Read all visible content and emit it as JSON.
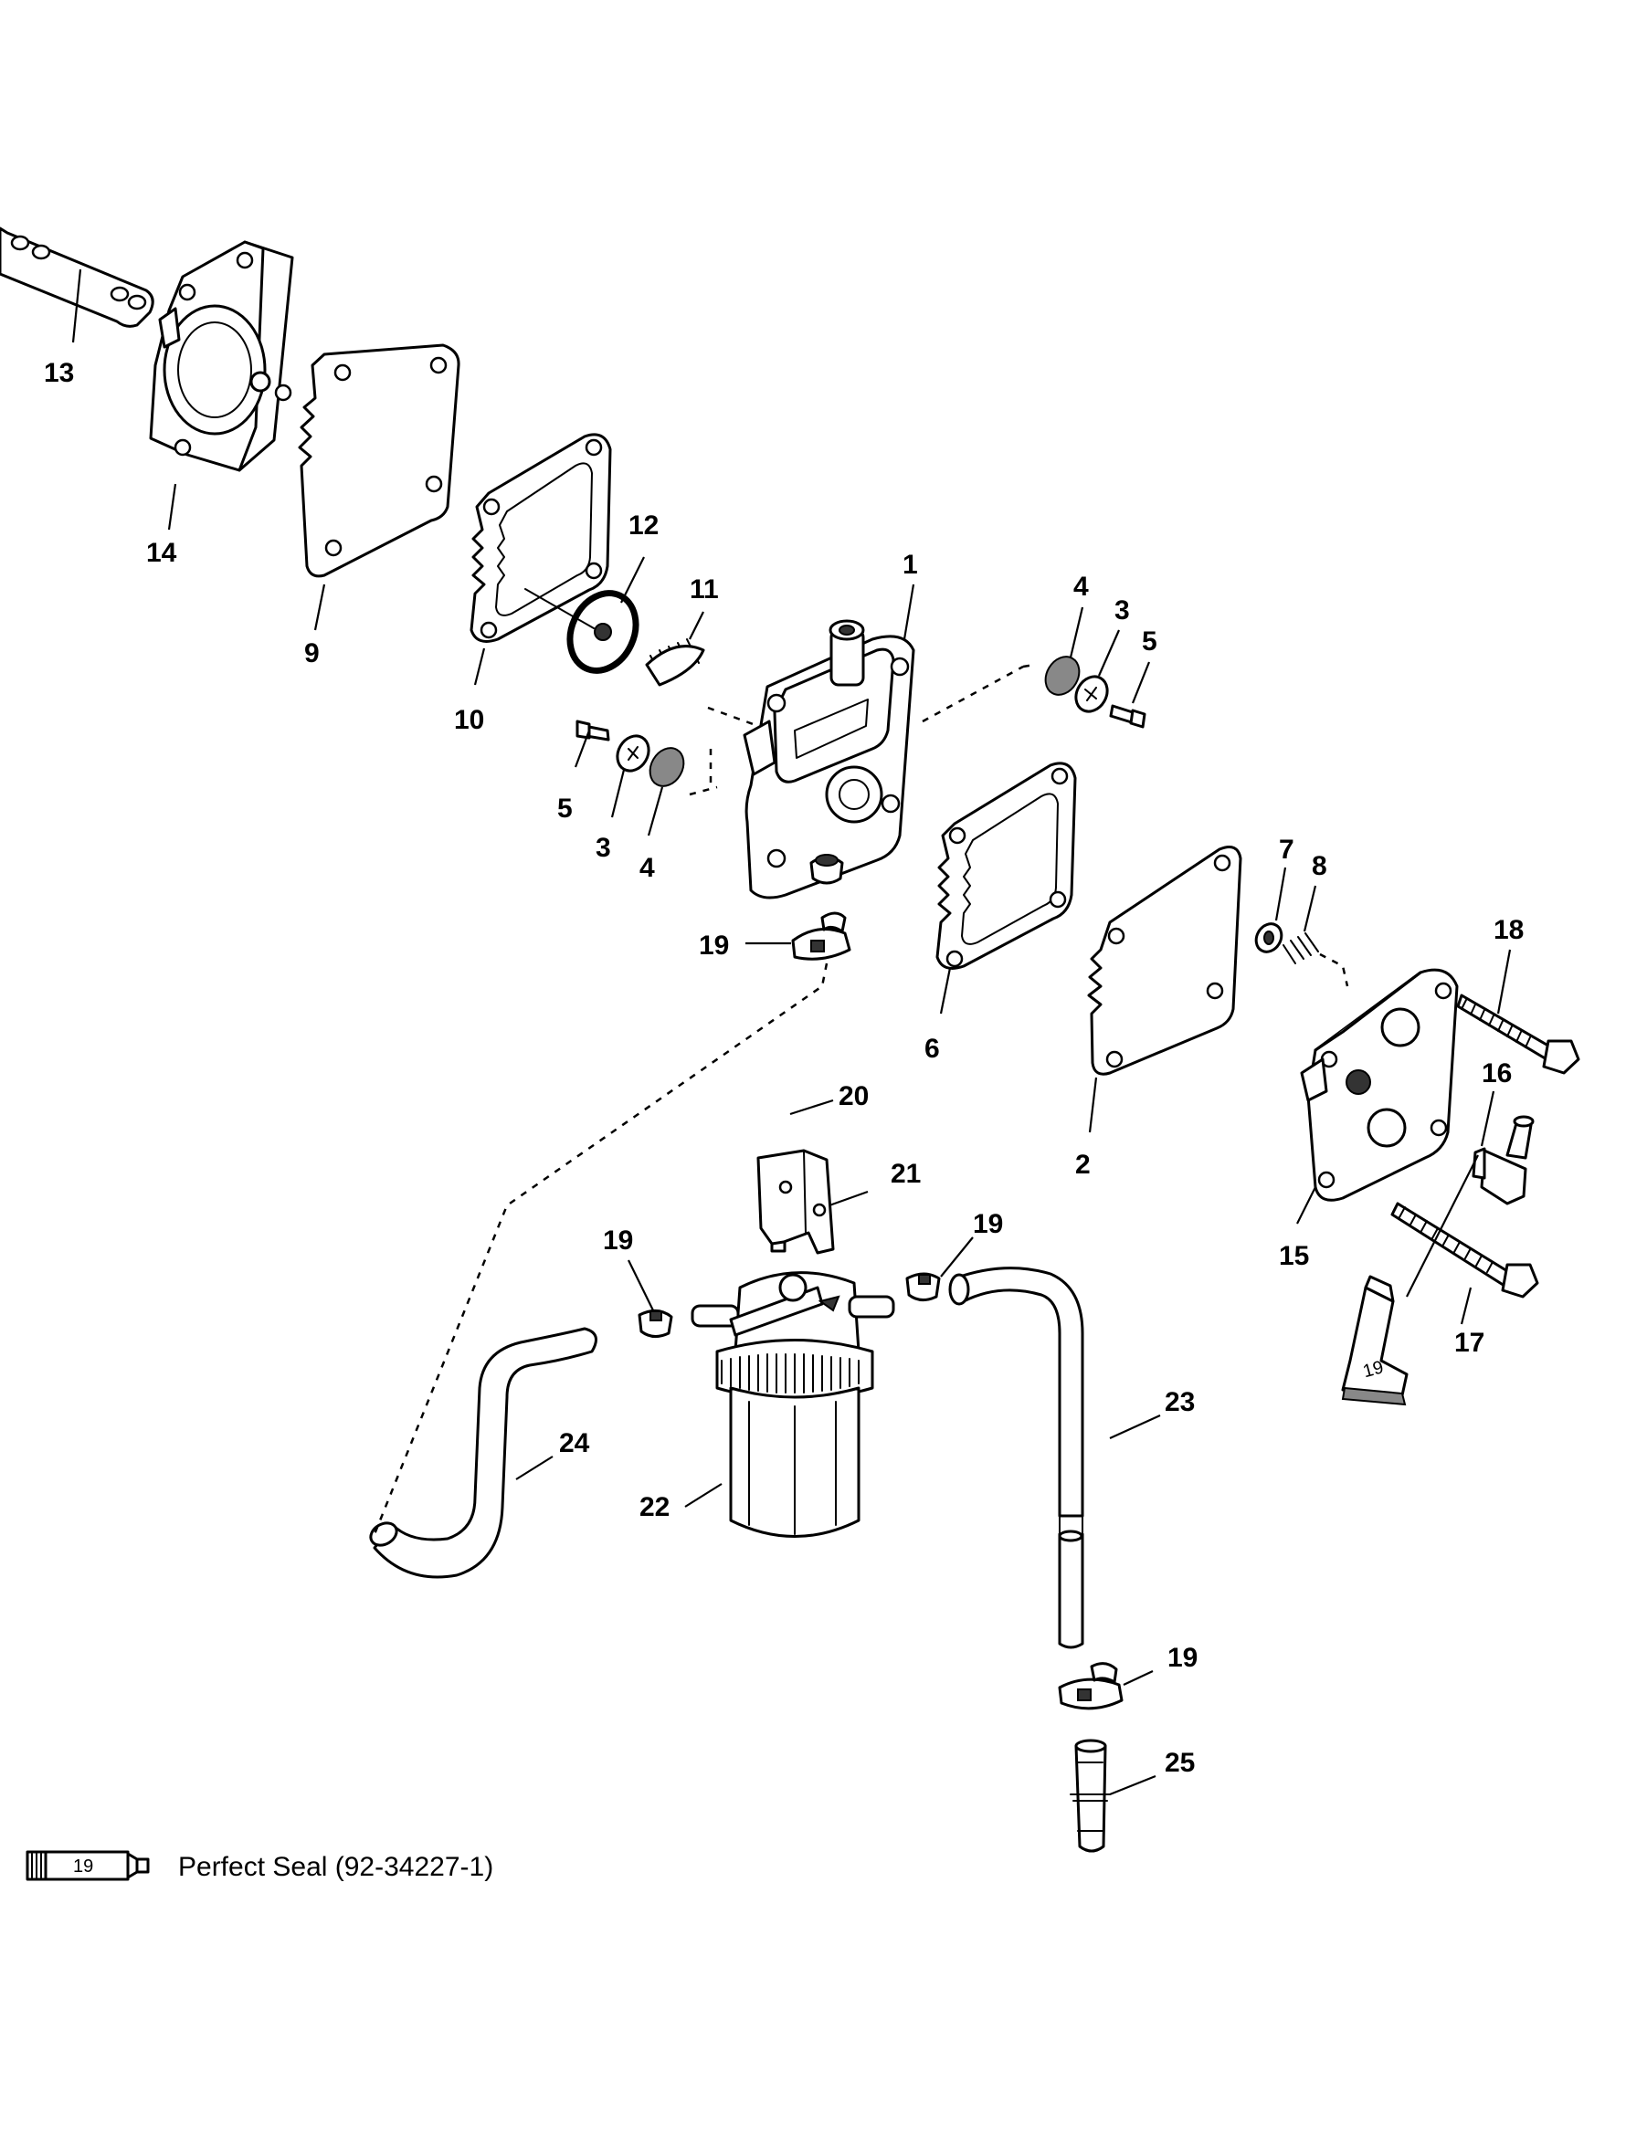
{
  "callouts": {
    "c1": "1",
    "c2": "2",
    "c3a": "3",
    "c3b": "3",
    "c4a": "4",
    "c4b": "4",
    "c5a": "5",
    "c5b": "5",
    "c6": "6",
    "c7": "7",
    "c8": "8",
    "c9": "9",
    "c10": "10",
    "c11": "11",
    "c12": "12",
    "c13": "13",
    "c14": "14",
    "c15": "15",
    "c16": "16",
    "c17": "17",
    "c18": "18",
    "c19a": "19",
    "c19b": "19",
    "c19c": "19",
    "c19d": "19",
    "c20": "20",
    "c21": "21",
    "c22": "22",
    "c23": "23",
    "c24": "24",
    "c25": "25"
  },
  "tube_label": "19",
  "legend": {
    "tube_label": "19",
    "text": "Perfect Seal (92-34227-1)"
  }
}
